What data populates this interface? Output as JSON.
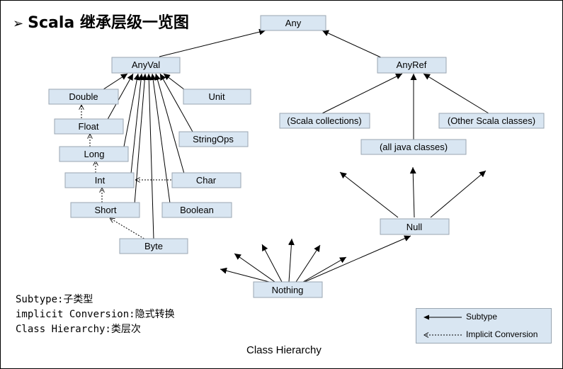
{
  "title": "Scala 继承层级一览图",
  "title_bullet": "➢",
  "nodes": {
    "any": "Any",
    "anyval": "AnyVal",
    "anyref": "AnyRef",
    "double": "Double",
    "float": "Float",
    "long": "Long",
    "int": "Int",
    "short": "Short",
    "byte": "Byte",
    "unit": "Unit",
    "stringops": "StringOps",
    "char": "Char",
    "boolean": "Boolean",
    "scala_collections": "(Scala collections)",
    "other_scala_classes": "(Other Scala classes)",
    "all_java_classes": "(all java classes)",
    "null": "Null",
    "nothing": "Nothing"
  },
  "notes": [
    "Subtype:子类型",
    "implicit Conversion:隐式转换",
    "Class Hierarchy:类层次"
  ],
  "caption": "Class Hierarchy",
  "legend": {
    "subtype": "Subtype",
    "implicit": "Implicit Conversion"
  }
}
